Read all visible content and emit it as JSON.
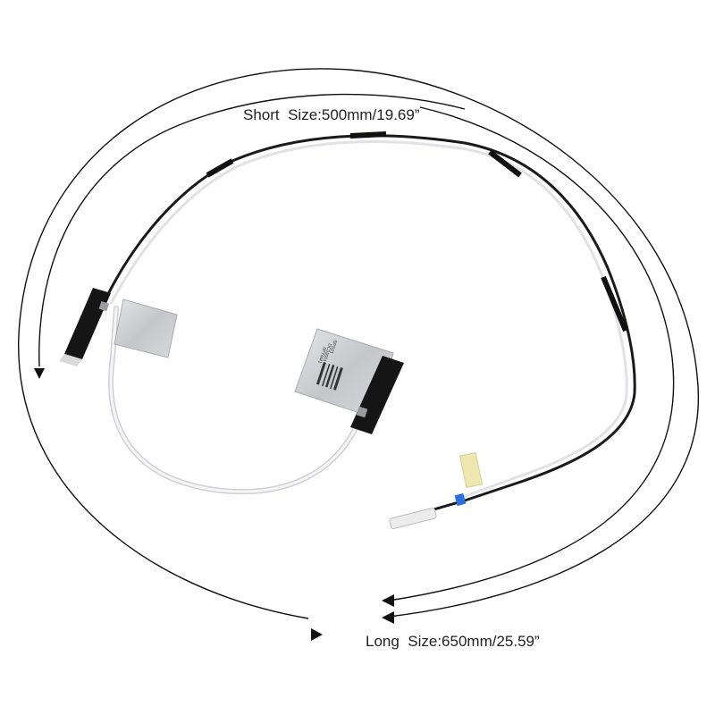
{
  "annotations": {
    "short_label": "Short  Size:500mm/19.69”",
    "long_label": "Long  Size:650mm/25.59”"
  },
  "antenna_labels": {
    "line1": "0PTM41",
    "line2": "DC33001",
    "line3": "SPS23"
  },
  "colors": {
    "background": "#ffffff",
    "arc_line": "#111111",
    "black_cable": "#1a1a1a",
    "white_cable": "#e9e9ec",
    "foil": "#c9cbcf",
    "antenna_body": "#151515",
    "connector": "#ececec",
    "tape": "#efe7b0",
    "clip_blue": "#2a6fdb"
  },
  "icons": {
    "arrow_head": "triangle-arrow-icon"
  }
}
